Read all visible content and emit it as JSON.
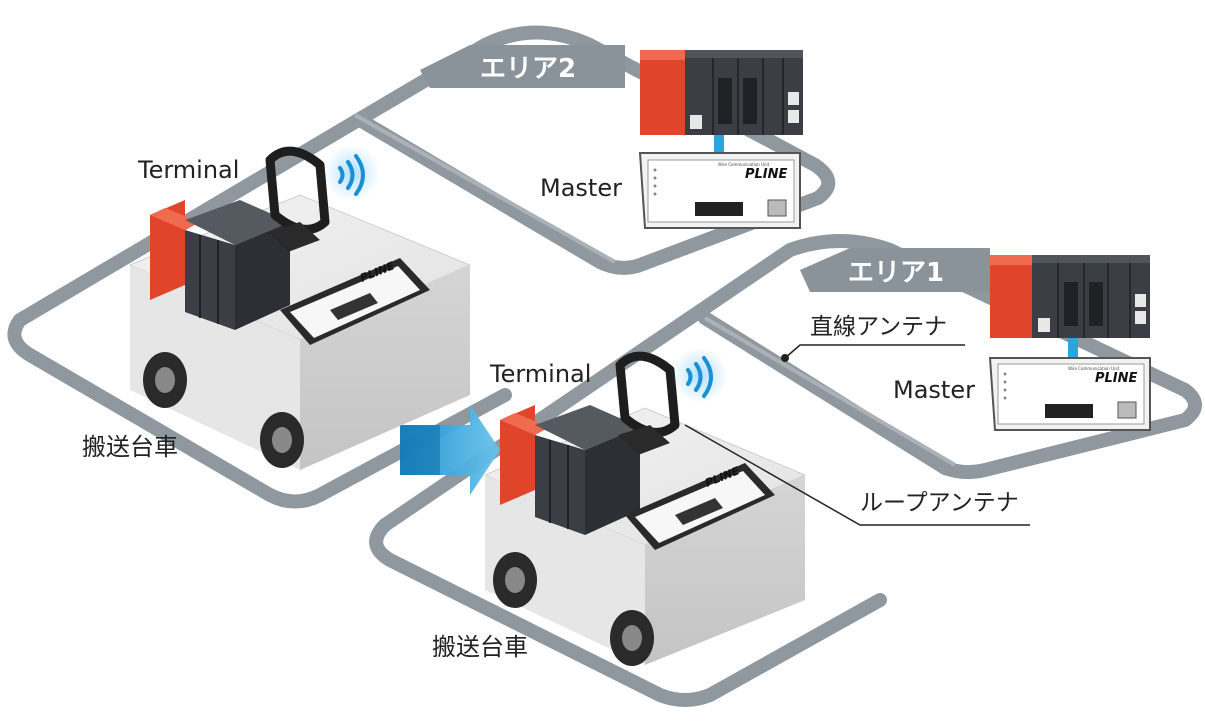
{
  "area2": {
    "label": "エリア2"
  },
  "area1": {
    "label": "エリア1"
  },
  "master_top": {
    "label": "Master",
    "brand": "PLINE",
    "panel_text": "Wire Communication Unit"
  },
  "master_right": {
    "label": "Master",
    "brand": "PLINE",
    "panel_text": "Wire Communication Unit"
  },
  "terminal_left": {
    "label": "Terminal",
    "brand": "PLINE"
  },
  "terminal_right": {
    "label": "Terminal",
    "brand": "PLINE"
  },
  "cart_left": {
    "label": "搬送台車"
  },
  "cart_right": {
    "label": "搬送台車"
  },
  "callouts": {
    "linear_antenna": "直線アンテナ",
    "loop_antenna": "ループアンテナ"
  },
  "colors": {
    "track": "#8f989f",
    "area_tag": "#8a939a",
    "plc_red": "#e0452c",
    "plc_dark": "#3b3e44",
    "wifi": "#1a8fd6",
    "arrow": "#1f93c9",
    "cart_body": "#dcdcdc"
  }
}
